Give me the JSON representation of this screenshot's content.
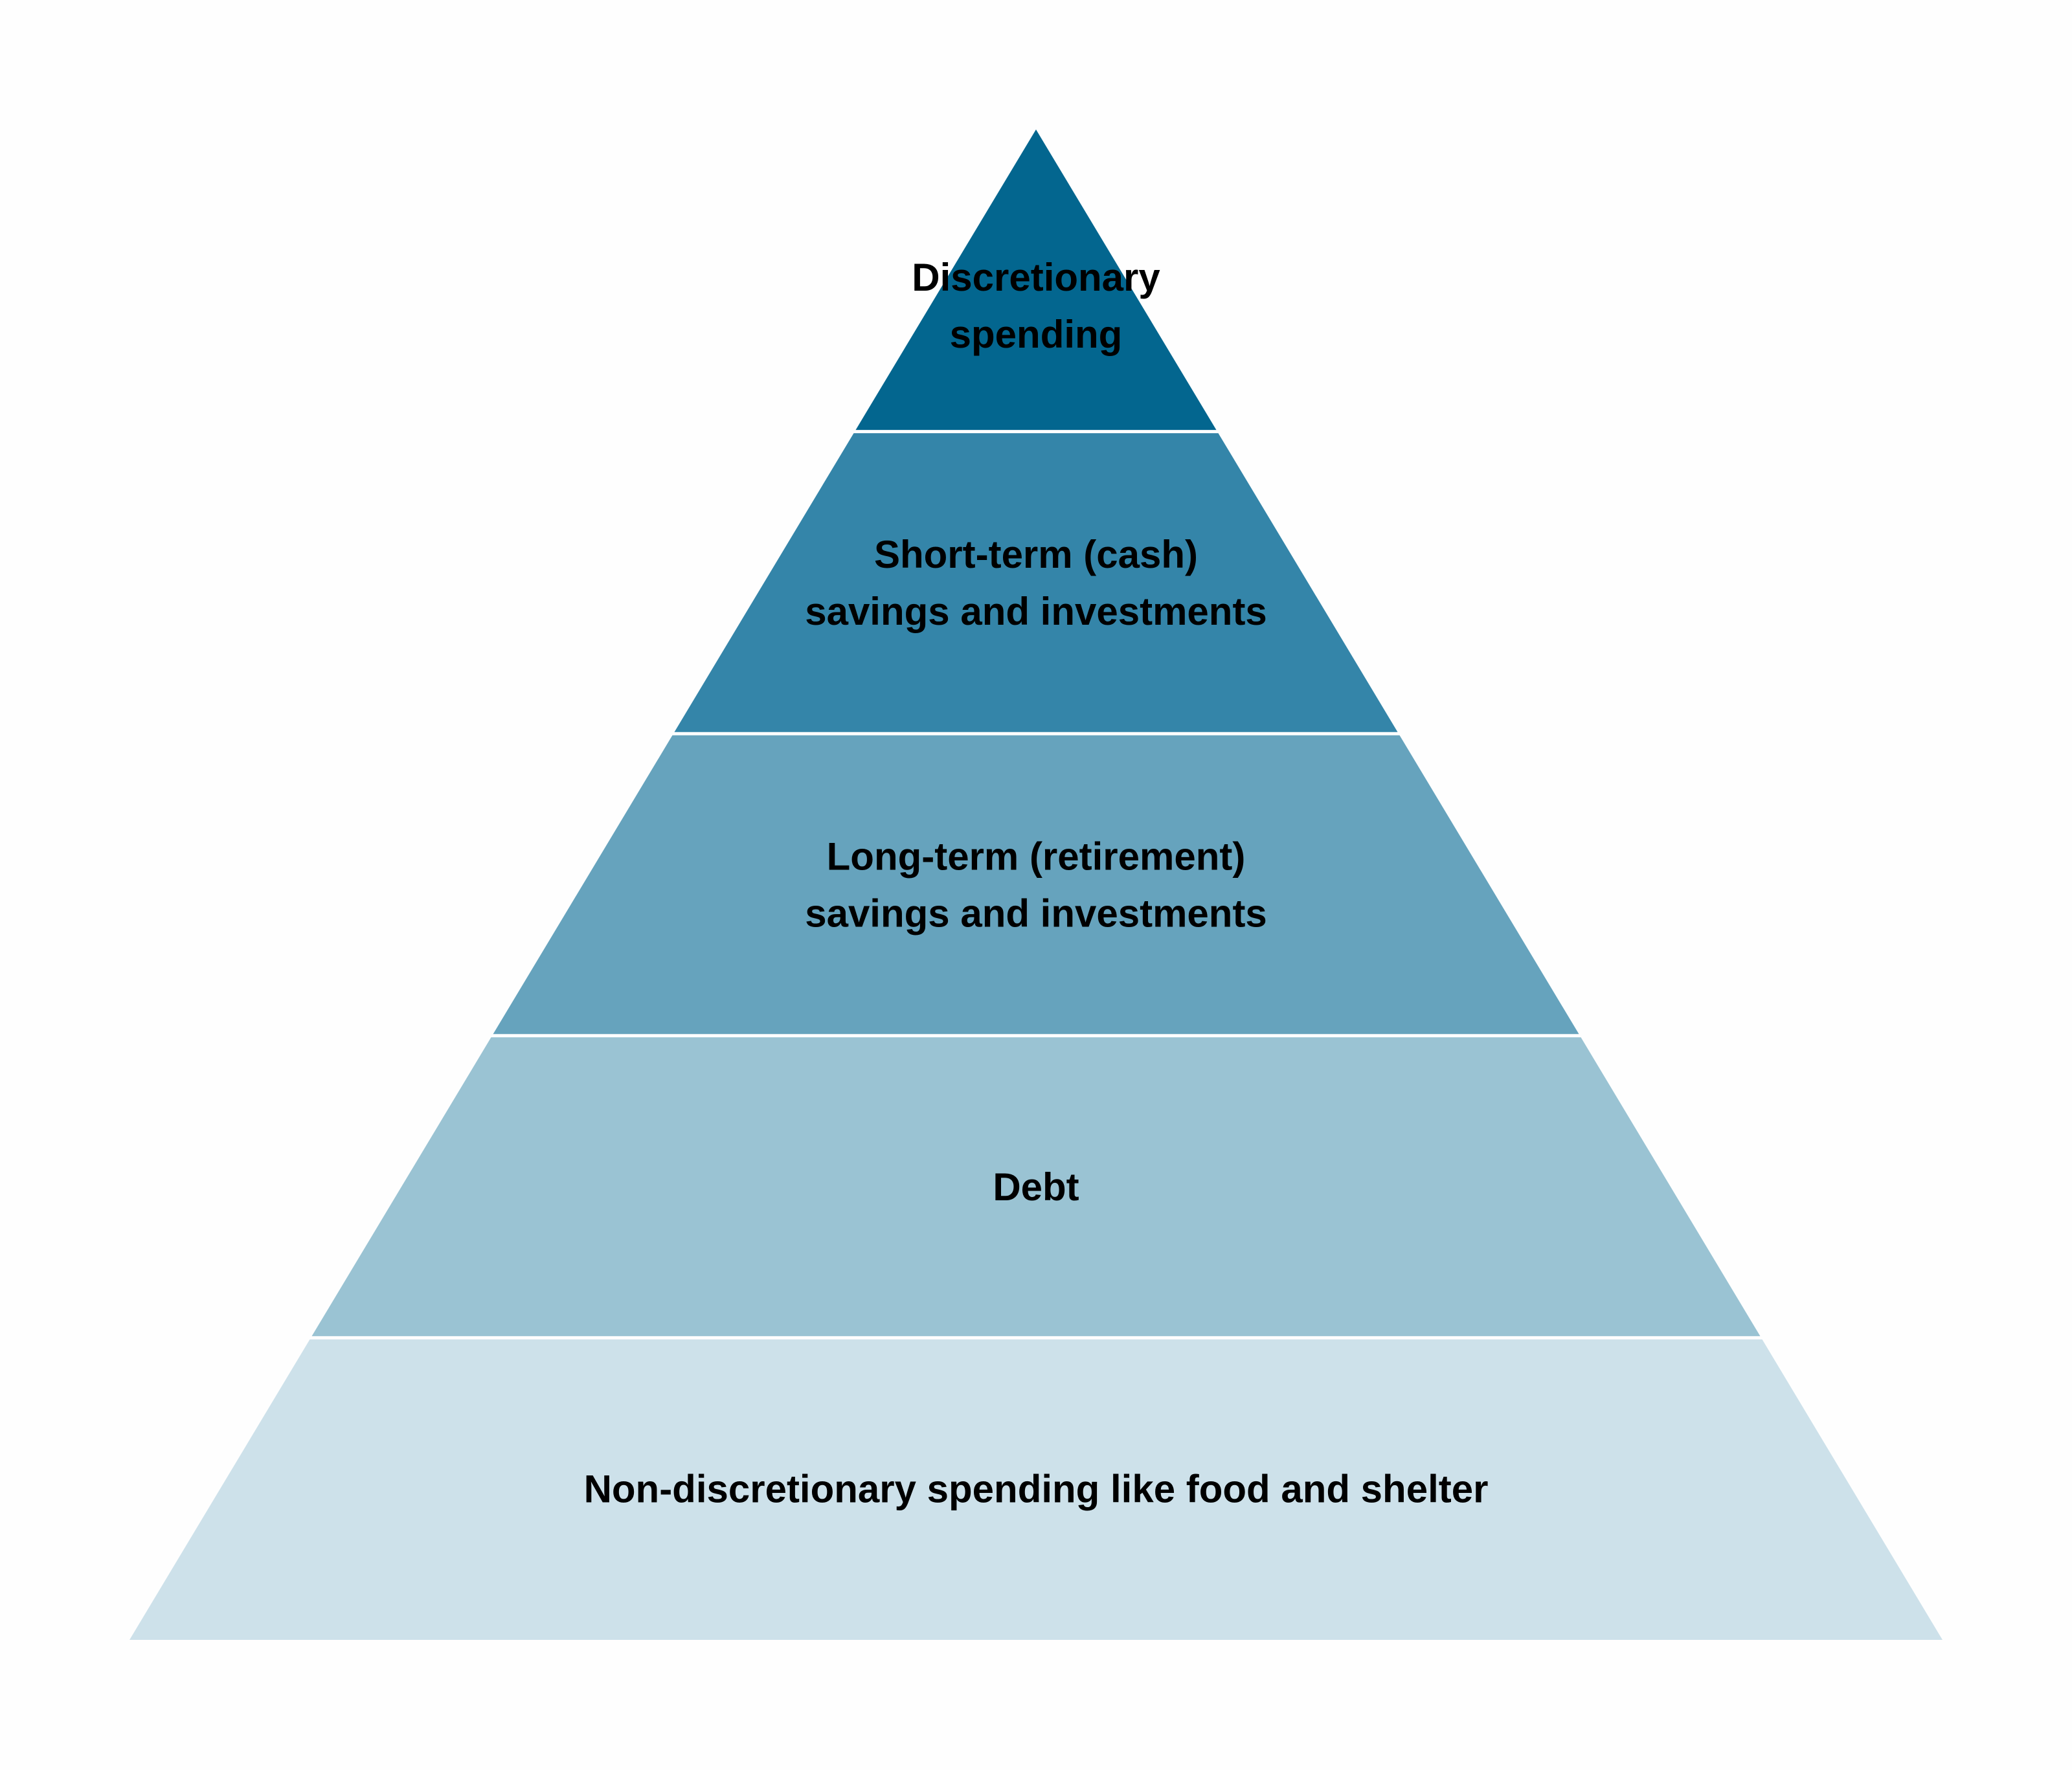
{
  "diagram": {
    "type": "pyramid",
    "layers_top_to_bottom": [
      {
        "lines": [
          "Discretionary",
          "spending"
        ],
        "color": "#03668f"
      },
      {
        "lines": [
          "Short-term (cash)",
          "savings and investments"
        ],
        "color": "#3485a9"
      },
      {
        "lines": [
          "Long-term (retirement)",
          "savings and investments"
        ],
        "color": "#66a3bd"
      },
      {
        "lines": [
          "Debt"
        ],
        "color": "#9ac3d3"
      },
      {
        "lines": [
          "Non-discretionary spending like food and shelter"
        ],
        "color": "#cde1ea"
      }
    ]
  }
}
